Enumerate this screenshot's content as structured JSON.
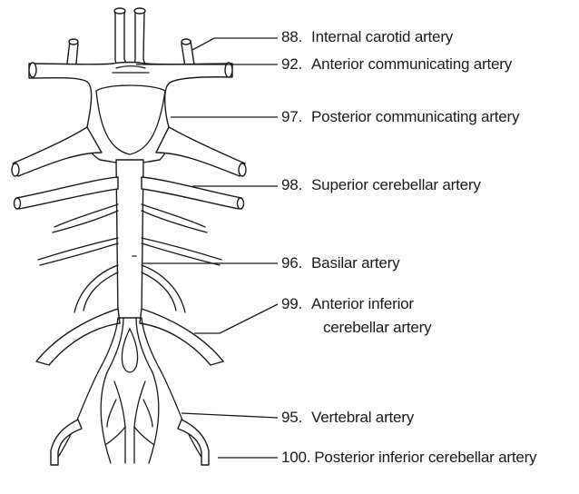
{
  "labels": [
    {
      "number": "88.",
      "text": "Internal carotid artery"
    },
    {
      "number": "92.",
      "text": "Anterior communicating artery"
    },
    {
      "number": "97.",
      "text": "Posterior communicating artery"
    },
    {
      "number": "98.",
      "text": "Superior cerebellar artery"
    },
    {
      "number": "96.",
      "text": "Basilar artery"
    },
    {
      "number": "99.",
      "text": "Anterior inferior",
      "text2": "cerebellar artery"
    },
    {
      "number": "95.",
      "text": "Vertebral artery"
    },
    {
      "number": "100.",
      "text": "Posterior inferior cerebellar artery"
    }
  ],
  "colors": {
    "ink": "#1a1a1a",
    "background": "#ffffff"
  }
}
